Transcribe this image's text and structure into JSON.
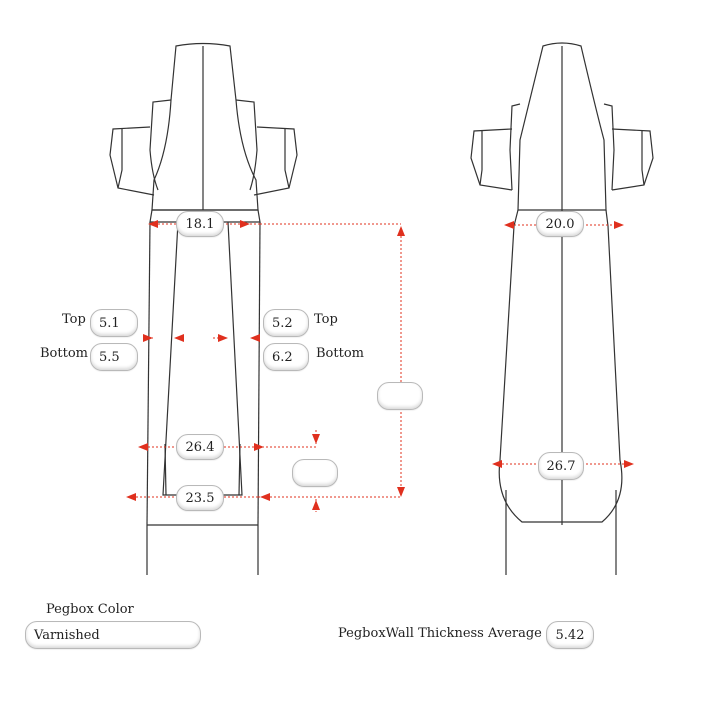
{
  "front_view": {
    "width_top": "18.1",
    "wall_top_left": "5.1",
    "wall_bottom_left": "5.5",
    "wall_top_right": "5.2",
    "wall_bottom_right": "6.2",
    "width_lower": "26.4",
    "width_bottom": "23.5",
    "depth_small": "",
    "length": "",
    "label_top_left": "Top",
    "label_bottom_left": "Bottom",
    "label_top_right": "Top",
    "label_bottom_right": "Bottom"
  },
  "side_view": {
    "width_top": "20.0",
    "width_bottom": "26.7"
  },
  "pegbox_color": {
    "label": "Pegbox Color",
    "value": "Varnished"
  },
  "wall_thickness": {
    "label": "PegboxWall Thickness Average",
    "value": "5.42"
  },
  "colors": {
    "outline": "#333333",
    "dimension": "#e0301e"
  }
}
